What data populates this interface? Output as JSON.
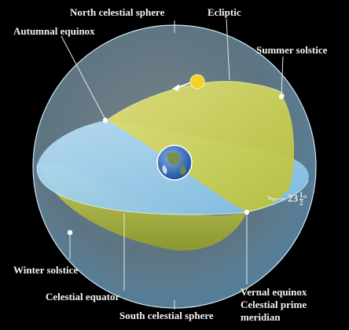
{
  "labels": {
    "north_celestial_sphere": "North celestial sphere",
    "ecliptic": "Ecliptic",
    "autumnal_equinox": "Autumnal equinox",
    "summer_solstice": "Summer solstice",
    "winter_solstice": "Winter solstice",
    "celestial_equator": "Celestial equator",
    "south_celestial_sphere": "South celestial sphere",
    "vernal_equinox": "Vernal equinox",
    "celestial_prime": "Celestial prime",
    "meridian": "meridian"
  },
  "tilt_angle": {
    "whole": "23",
    "numerator": "1",
    "denominator": "2",
    "unit": "°"
  },
  "colors": {
    "background": "#000000",
    "sphere": "#a9d3ec",
    "equator_plane": "#9fd0ee",
    "ecliptic_plane": "#c8cf4a",
    "sun": "#f2d22a",
    "earth_ocean": "#2f6fc4",
    "earth_land": "#6f8a4a"
  },
  "icons": [
    "sun-icon",
    "earth-icon",
    "sun-motion-arrow-icon"
  ]
}
